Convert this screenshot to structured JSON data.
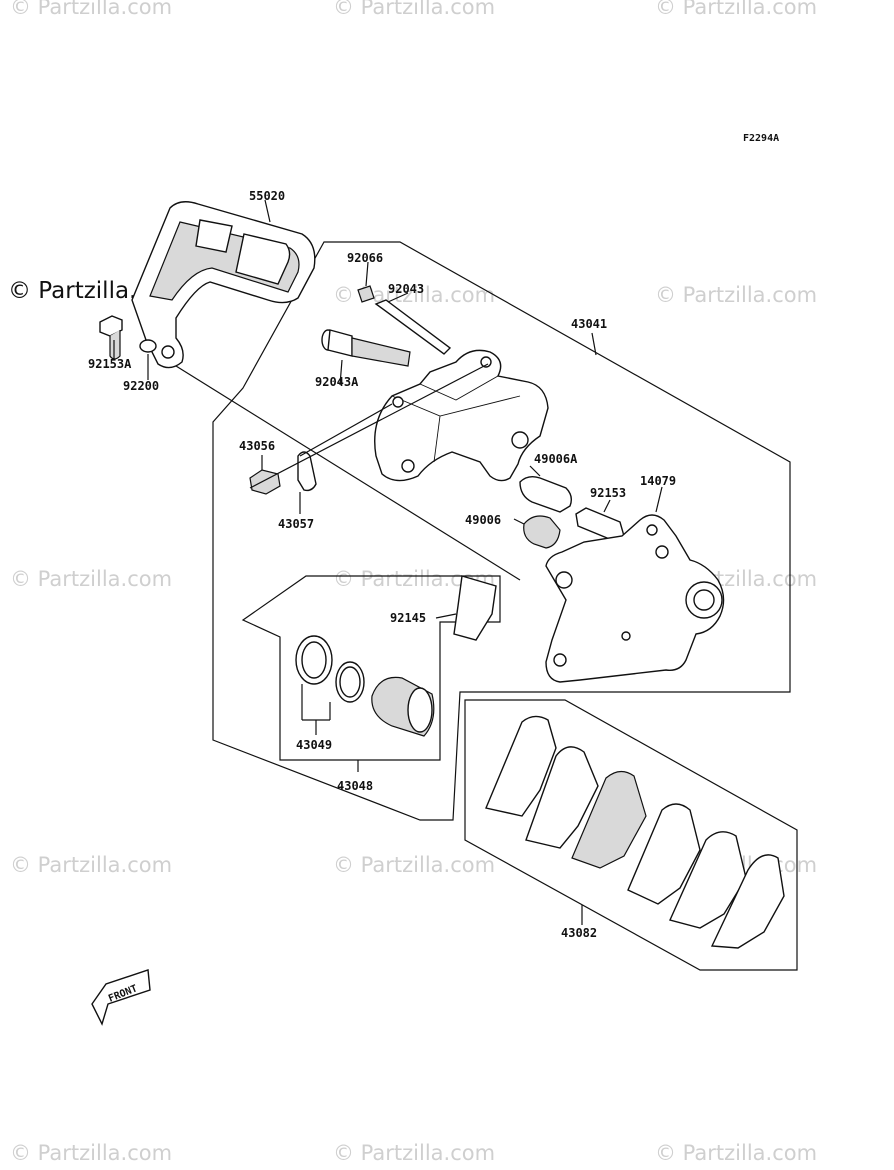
{
  "figure_code": "F2294A",
  "watermark": "© Partzilla.com",
  "corner_watermark": "© Partzilla.com",
  "front_arrow_label": "FRONT",
  "callouts": {
    "p55020": "55020",
    "p92066": "92066",
    "p92043": "92043",
    "p43041": "43041",
    "p92153A": "92153A",
    "p92200": "92200",
    "p92043A": "92043A",
    "p43056": "43056",
    "p43057": "43057",
    "p49006A": "49006A",
    "p92153": "92153",
    "p14079": "14079",
    "p49006": "49006",
    "p92145": "92145",
    "p43049": "43049",
    "p43048": "43048",
    "p43082": "43082"
  }
}
